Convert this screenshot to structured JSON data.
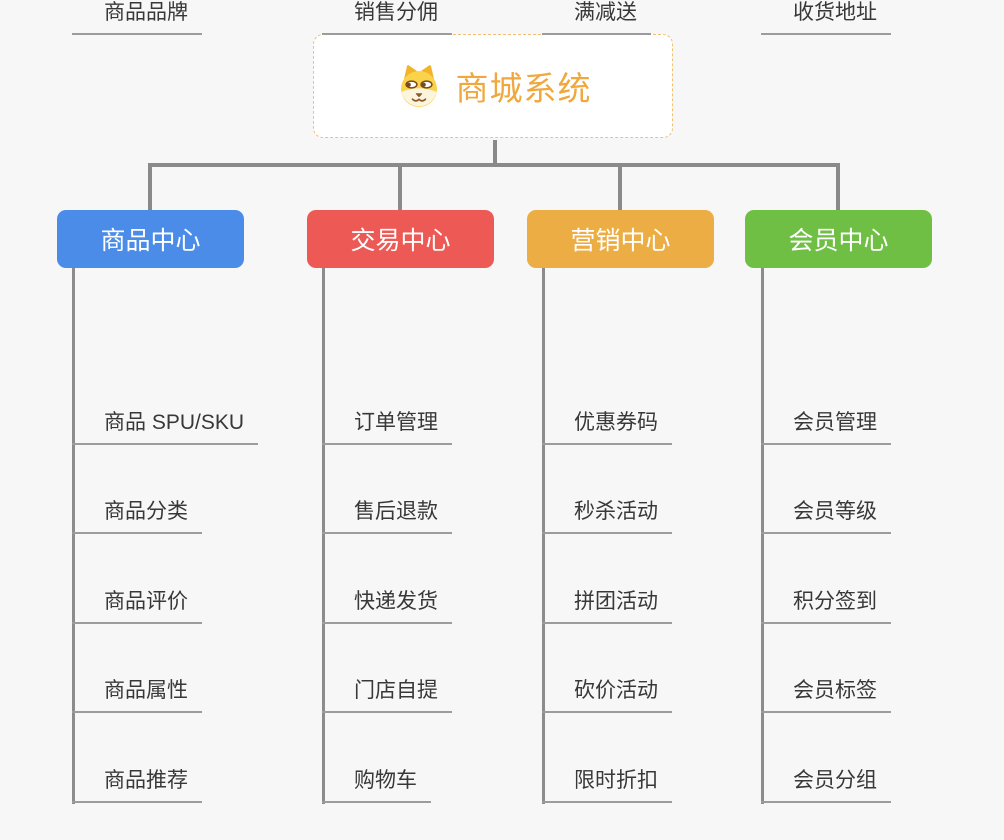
{
  "page": {
    "background_color": "#F7F7F7",
    "connector_color": "#8A8A8A",
    "leaf_underline_color": "#9C9C9C",
    "leaf_text_color": "#383838"
  },
  "root": {
    "title": "商城系统",
    "icon": "dog-face-icon",
    "text_color": "#F0A73C",
    "border_color": "#F2C06F",
    "background": "#FFFFFF"
  },
  "branches": [
    {
      "label": "商品中心",
      "color": "#4A8CE8",
      "items": [
        "商品 SPU/SKU",
        "商品分类",
        "商品评价",
        "商品属性",
        "商品推荐",
        "商品品牌"
      ]
    },
    {
      "label": "交易中心",
      "color": "#ED5A55",
      "items": [
        "订单管理",
        "售后退款",
        "快递发货",
        "门店自提",
        "购物车",
        "销售分佣"
      ]
    },
    {
      "label": "营销中心",
      "color": "#ECAE44",
      "items": [
        "优惠券码",
        "秒杀活动",
        "拼团活动",
        "砍价活动",
        "限时折扣",
        "满减送"
      ]
    },
    {
      "label": "会员中心",
      "color": "#6FBF44",
      "items": [
        "会员管理",
        "会员等级",
        "积分签到",
        "会员标签",
        "会员分组",
        "收货地址"
      ]
    }
  ]
}
